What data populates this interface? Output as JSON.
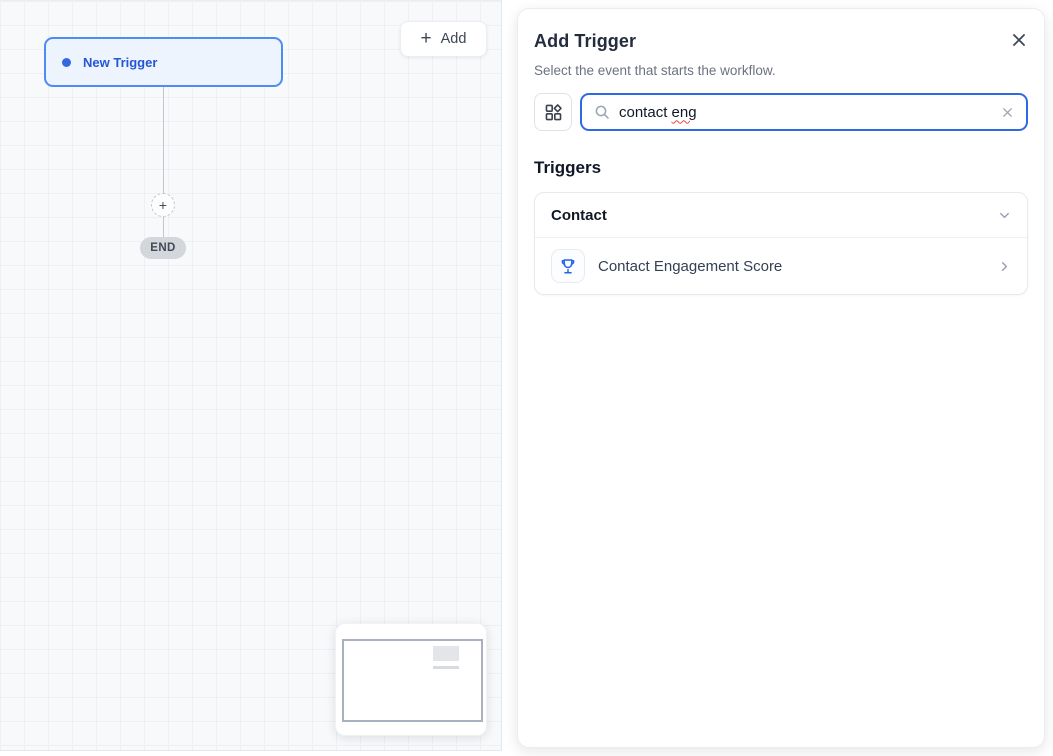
{
  "canvas": {
    "trigger_node": {
      "label": "New Trigger"
    },
    "insert_plus": "+",
    "end_label": "END",
    "add_button": {
      "plus": "+",
      "label": "Add"
    }
  },
  "panel": {
    "title": "Add Trigger",
    "subtitle": "Select the event that starts the workflow.",
    "search": {
      "value_prefix": "contact ",
      "value_misspelled": "eng"
    },
    "section_heading": "Triggers",
    "group": {
      "label": "Contact",
      "items": [
        {
          "icon": "trophy-icon",
          "label": "Contact Engagement Score"
        }
      ]
    }
  },
  "colors": {
    "accent_blue": "#2e6ae6",
    "node_border_blue": "#4b8cf5",
    "node_bg": "#edf4fd",
    "node_text": "#2456d6",
    "misspell_red": "#e5484d",
    "end_pill_bg": "#d3d6db",
    "canvas_bg": "#f8f9fb"
  }
}
